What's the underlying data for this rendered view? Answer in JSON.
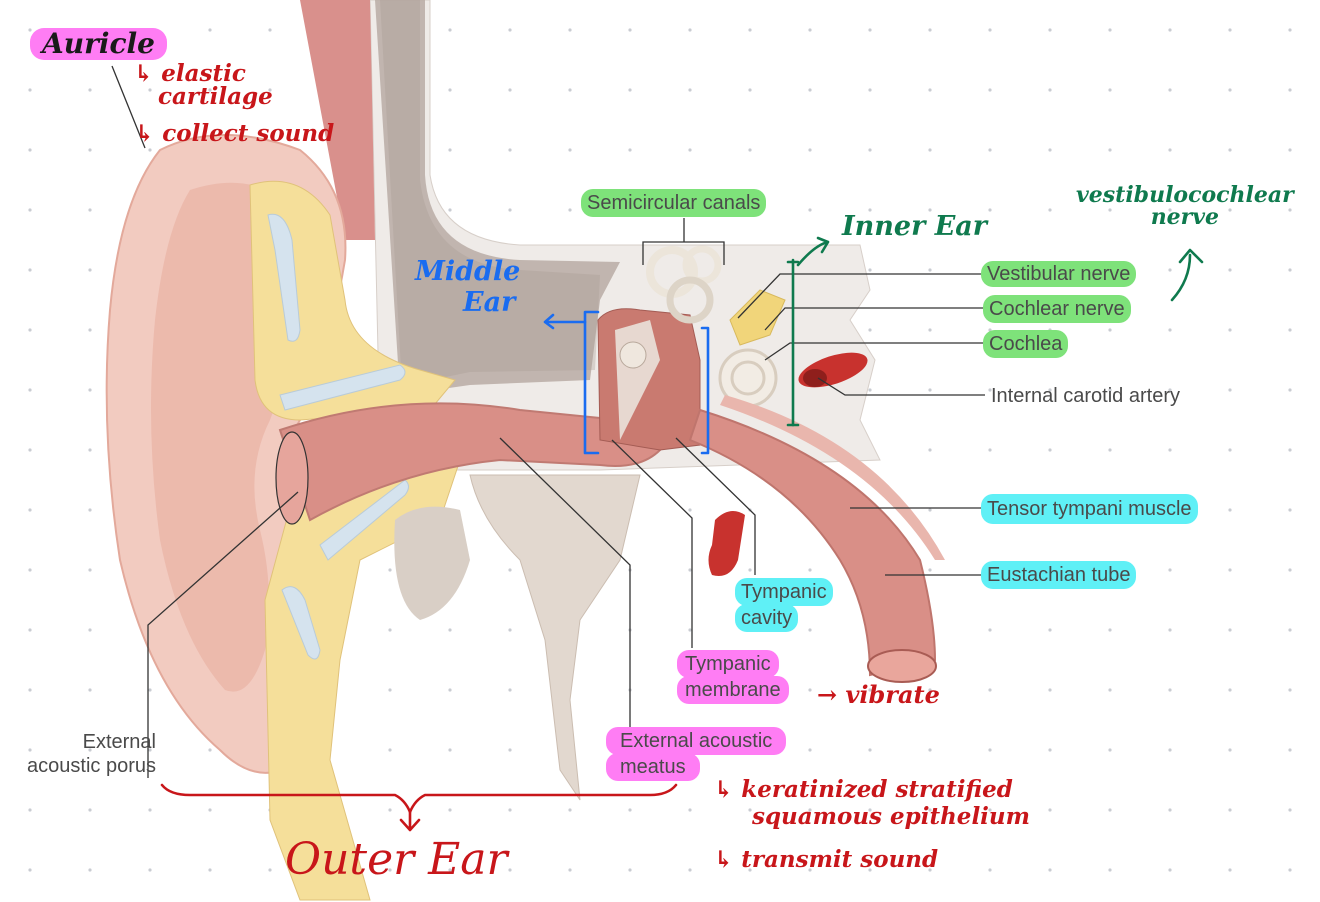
{
  "labels": {
    "semicircular_canals": "Semicircular canals",
    "vestibular_nerve": "Vestibular nerve",
    "cochlear_nerve": "Cochlear nerve",
    "cochlea": "Cochlea",
    "internal_carotid_artery": "Internal carotid artery",
    "tensor_tympani_muscle": "Tensor tympani muscle",
    "eustachian_tube": "Eustachian tube",
    "tympanic_cavity_l1": "Tympanic",
    "tympanic_cavity_l2": "cavity",
    "tympanic_membrane_l1": "Tympanic",
    "tympanic_membrane_l2": "membrane",
    "external_acoustic_meatus_l1": "External acoustic",
    "external_acoustic_meatus_l2": "meatus",
    "external_acoustic_porus_l1": "External",
    "external_acoustic_porus_l2": "acoustic porus"
  },
  "handwritten": {
    "auricle": "Auricle",
    "auricle_note1_l1": "↳ elastic",
    "auricle_note1_l2": "cartilage",
    "auricle_note2": "↳ collect sound",
    "middle_ear_l1": "Middle",
    "middle_ear_l2": "Ear",
    "inner_ear": "Inner Ear",
    "vestibulocochlear_l1": "vestibulocochlear",
    "vestibulocochlear_l2": "nerve",
    "vibrate": "→ vibrate",
    "meatus_note1_l1": "↳ keratinized stratified",
    "meatus_note1_l2": "squamous epithelium",
    "meatus_note2": "↳ transmit sound",
    "outer_ear": "Outer Ear"
  },
  "colors": {
    "highlight_green": "#7ee27a",
    "highlight_cyan": "#5ff0f6",
    "highlight_pink": "#ff7df4",
    "ink_red": "#c8161a",
    "ink_blue": "#1a6cf0",
    "ink_green": "#0f7a4e"
  }
}
